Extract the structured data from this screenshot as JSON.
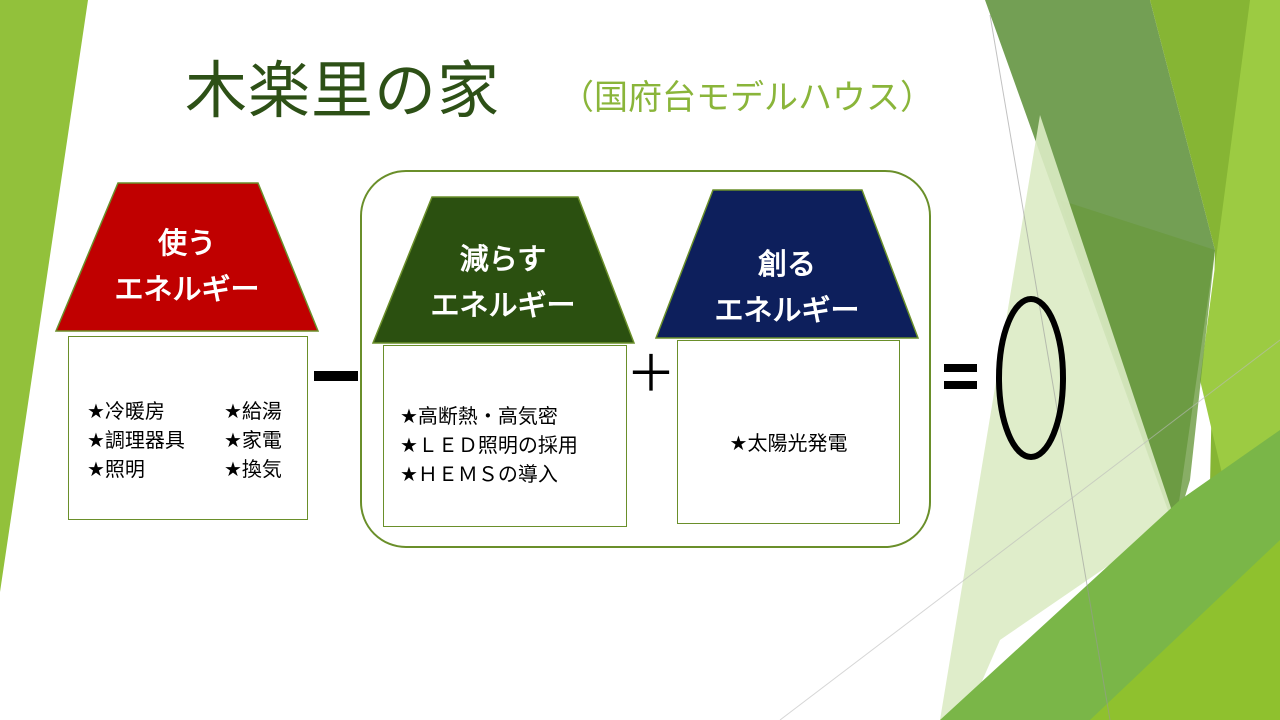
{
  "title": "木楽里の家",
  "subtitle": "（国府台モデルハウス）",
  "houses": [
    {
      "roof_line1": "使う",
      "roof_line2": "エネルギー",
      "color": "#c00000",
      "items_left": [
        "★冷暖房",
        "★調理器具",
        "★照明"
      ],
      "items_right": [
        "★給湯",
        "★家電",
        "★換気"
      ]
    },
    {
      "roof_line1": "減らす",
      "roof_line2": "エネルギー",
      "color": "#2b5010",
      "items": [
        "★高断熱・高気密",
        "★ＬＥＤ照明の採用",
        "★ＨＥＭＳの導入"
      ]
    },
    {
      "roof_line1": "創る",
      "roof_line2": "エネルギー",
      "color": "#0d1f5c",
      "items": [
        "★太陽光発電"
      ]
    }
  ],
  "operators": {
    "minus": "minus",
    "plus": "＋",
    "equals": "equals",
    "result": "0"
  }
}
